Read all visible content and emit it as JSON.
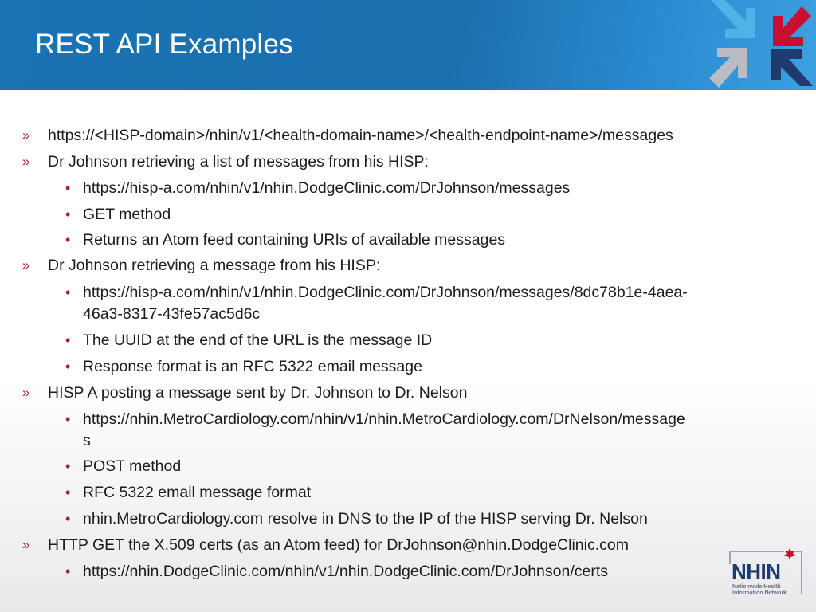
{
  "slide": {
    "title": "REST API Examples"
  },
  "bullets": [
    {
      "level": 1,
      "marker": "»",
      "text": "https://<HISP-domain>/nhin/v1/<health-domain-name>/<health-endpoint-name>/messages"
    },
    {
      "level": 1,
      "marker": "»",
      "text": "Dr Johnson retrieving a list of messages from his HISP:"
    },
    {
      "level": 2,
      "marker": "•",
      "text": "https://hisp-a.com/nhin/v1/nhin.DodgeClinic.com/DrJohnson/messages"
    },
    {
      "level": 2,
      "marker": "•",
      "text": "GET method"
    },
    {
      "level": 2,
      "marker": "•",
      "text": "Returns an Atom feed containing URIs of available messages"
    },
    {
      "level": 1,
      "marker": "»",
      "text": "Dr Johnson retrieving a message from his HISP:"
    },
    {
      "level": 2,
      "marker": "•",
      "text": "https://hisp-a.com/nhin/v1/nhin.DodgeClinic.com/DrJohnson/messages/8dc78b1e-4aea-",
      "continuation": "46a3-8317-43fe57ac5d6c"
    },
    {
      "level": 2,
      "marker": "•",
      "text": "The UUID at the end of the URL is the message ID"
    },
    {
      "level": 2,
      "marker": "•",
      "text": "Response format is an RFC 5322 email message"
    },
    {
      "level": 1,
      "marker": "»",
      "text": "HISP A posting a message sent by Dr. Johnson to Dr. Nelson"
    },
    {
      "level": 2,
      "marker": "•",
      "text": "https://nhin.MetroCardiology.com/nhin/v1/nhin.MetroCardiology.com/DrNelson/message",
      "continuation": "s"
    },
    {
      "level": 2,
      "marker": "•",
      "text": "POST method"
    },
    {
      "level": 2,
      "marker": "•",
      "text": "RFC 5322 email message format"
    },
    {
      "level": 2,
      "marker": "•",
      "text": "nhin.MetroCardiology.com resolve in DNS to the IP of the HISP serving Dr. Nelson"
    },
    {
      "level": 1,
      "marker": "»",
      "text": "HTTP GET the X.509 certs (as an Atom feed) for DrJohnson@nhin.DodgeClinic.com"
    },
    {
      "level": 2,
      "marker": "•",
      "text": "https://nhin.DodgeClinic.com/nhin/v1/nhin.DodgeClinic.com/DrJohnson/certs"
    }
  ],
  "logo": {
    "wordmark": "NHIN",
    "tagline_line1": "Nationwide Health",
    "tagline_line2": "Information Network"
  },
  "colors": {
    "header_blue": "#1a6fae",
    "marker_red": "#b01c2e",
    "arrow_light_blue": "#4fb3e8",
    "arrow_red": "#c8102e",
    "arrow_navy": "#1f3b6e",
    "arrow_gray": "#b9bcc3",
    "logo_navy": "#1f3b6e"
  },
  "icons": [
    "arrows-emblem-icon",
    "nhin-logo-icon",
    "maple-leaf-icon"
  ]
}
